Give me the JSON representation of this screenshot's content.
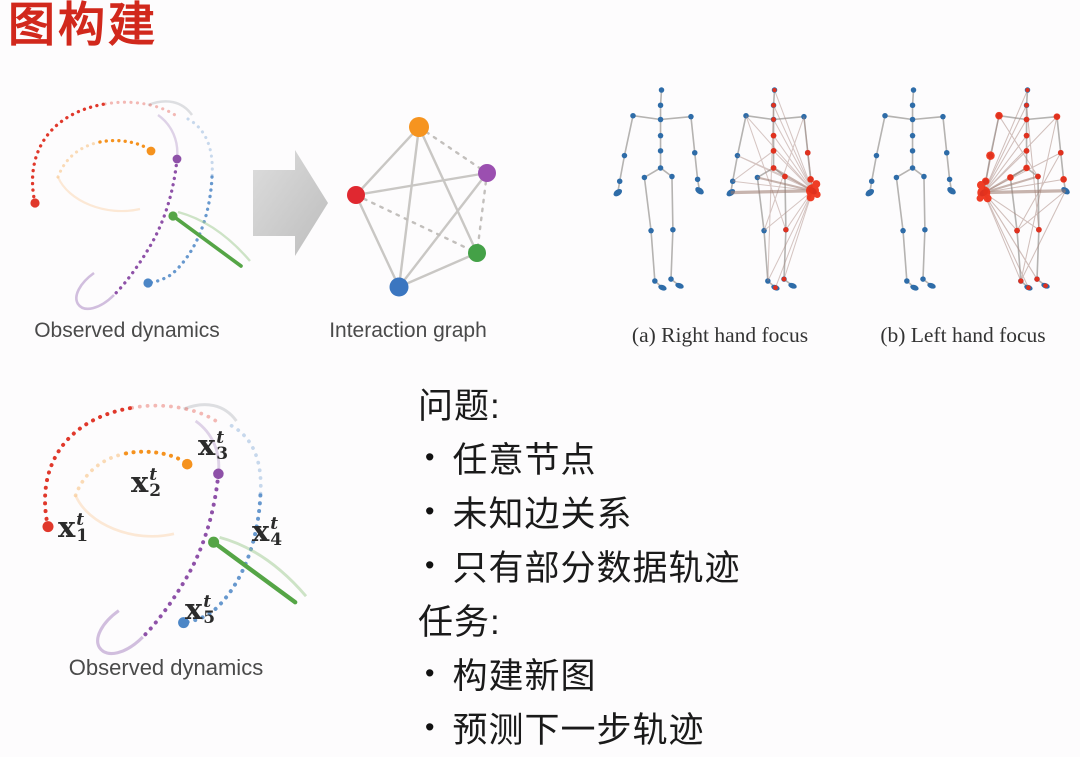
{
  "slide": {
    "title": "图构建",
    "title_color": "#d1281c",
    "background_color": "#fdfcfd"
  },
  "figures": {
    "observed_top": {
      "caption": "Observed dynamics"
    },
    "interaction_graph": {
      "caption": "Interaction graph",
      "node_colors": {
        "orange": "#f6941f",
        "purple": "#9b4fb0",
        "red": "#e02830",
        "green": "#44a147",
        "blue": "#3b76c0"
      },
      "edge_color": "#c9c7c4"
    },
    "skeleton_a": {
      "caption": "(a) Right hand focus"
    },
    "skeleton_b": {
      "caption": "(b) Left hand focus"
    },
    "skeleton_colors": {
      "joint_blue": "#2e6ca8",
      "bone_gray": "#b5b3b1",
      "focus_red": "#ee2d14",
      "dense_edge_brown": "#a5837b"
    },
    "observed_bottom": {
      "caption": "Observed dynamics",
      "labels": [
        {
          "base": "x",
          "sup": "t",
          "sub": "1"
        },
        {
          "base": "x",
          "sup": "t",
          "sub": "2"
        },
        {
          "base": "x",
          "sup": "t",
          "sub": "3"
        },
        {
          "base": "x",
          "sup": "t",
          "sub": "4"
        },
        {
          "base": "x",
          "sup": "t",
          "sub": "5"
        }
      ]
    },
    "trajectory_colors": {
      "red": "#e0382b",
      "orange": "#f5921e",
      "purple": "#8e51a8",
      "lavender": "#c5aed6",
      "blue": "#4c86c6",
      "green": "#55a546"
    }
  },
  "notes": {
    "bullet": "•",
    "problem": {
      "heading": "问题:",
      "items": [
        "任意节点",
        "未知边关系",
        "只有部分数据轨迹"
      ]
    },
    "task": {
      "heading": "任务:",
      "items": [
        "构建新图",
        "预测下一步轨迹"
      ]
    }
  }
}
